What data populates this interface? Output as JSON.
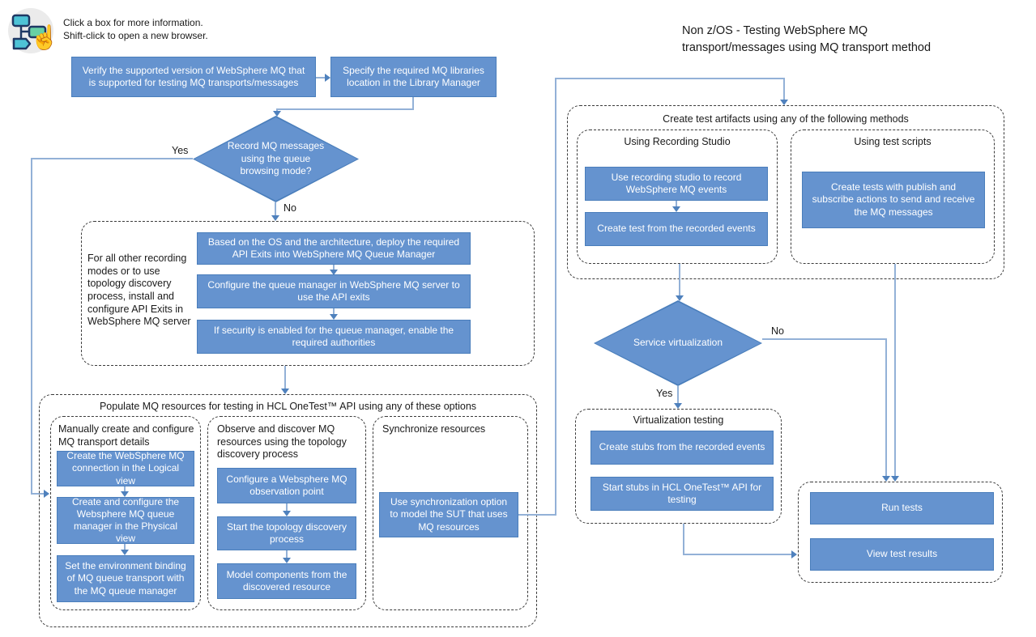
{
  "colors": {
    "box_fill": "#6593CF",
    "box_border": "#4A7EBB",
    "box_text": "#FFFFFF",
    "connector": "#93B1D7",
    "arrow": "#4F81BD",
    "container_border": "#3A3A3A",
    "text": "#1A1A1A"
  },
  "icons": {
    "hand": "☝"
  },
  "header": {
    "note_line1": "Click a box for more information.",
    "note_line2": "Shift-click to open a new browser.",
    "title_line1": "Non z/OS - Testing WebSphere MQ",
    "title_line2": "transport/messages using MQ transport method"
  },
  "labels": {
    "yes": "Yes",
    "no": "No"
  },
  "nodes": {
    "verify": "Verify the supported version of WebSphere MQ that is supported for testing MQ transports/messages",
    "specify": "Specify the required MQ libraries location in the Library Manager",
    "decision_record": "Record MQ messages using the queue browsing mode?",
    "api_exits": {
      "label": "For all other recording modes or to use topology discovery process, install and configure API Exits in WebSphere MQ server",
      "steps": [
        "Based on the OS and the architecture, deploy the required API Exits into WebSphere MQ Queue Manager",
        "Configure the queue manager in WebSphere MQ server to use the API exits",
        "If security is enabled for the queue manager, enable the required authorities"
      ]
    },
    "populate": {
      "title": "Populate MQ resources for testing in HCL OneTest™ API using any of these options",
      "manual": {
        "header": "Manually create and configure MQ transport details",
        "steps": [
          "Create the WebSphere MQ connection in the Logical view",
          "Create and configure the Websphere MQ queue manager in the Physical view",
          "Set the environment binding of MQ queue transport with the MQ queue manager"
        ]
      },
      "observe": {
        "header": "Observe and discover MQ resources using the topology discovery process",
        "steps": [
          "Configure a Websphere MQ observation point",
          "Start the topology discovery process",
          "Model components from the discovered resource"
        ]
      },
      "synchronize": {
        "header": "Synchronize resources",
        "steps": [
          "Use synchronization option to model the SUT that uses MQ resources"
        ]
      }
    },
    "artifacts": {
      "title": "Create test artifacts using any of the following methods",
      "recording_studio": {
        "header": "Using Recording Studio",
        "steps": [
          "Use recording studio to record WebSphere MQ events",
          "Create test from the recorded events"
        ]
      },
      "test_scripts": {
        "header": "Using test scripts",
        "steps": [
          "Create tests with publish and subscribe actions to send and receive the MQ messages"
        ]
      }
    },
    "decision_virtualization": "Service virtualization",
    "virtualization": {
      "header": "Virtualization testing",
      "steps": [
        "Create stubs from the recorded events",
        "Start stubs in HCL OneTest™ API for testing"
      ]
    },
    "results": {
      "steps": [
        "Run tests",
        "View test results"
      ]
    }
  }
}
